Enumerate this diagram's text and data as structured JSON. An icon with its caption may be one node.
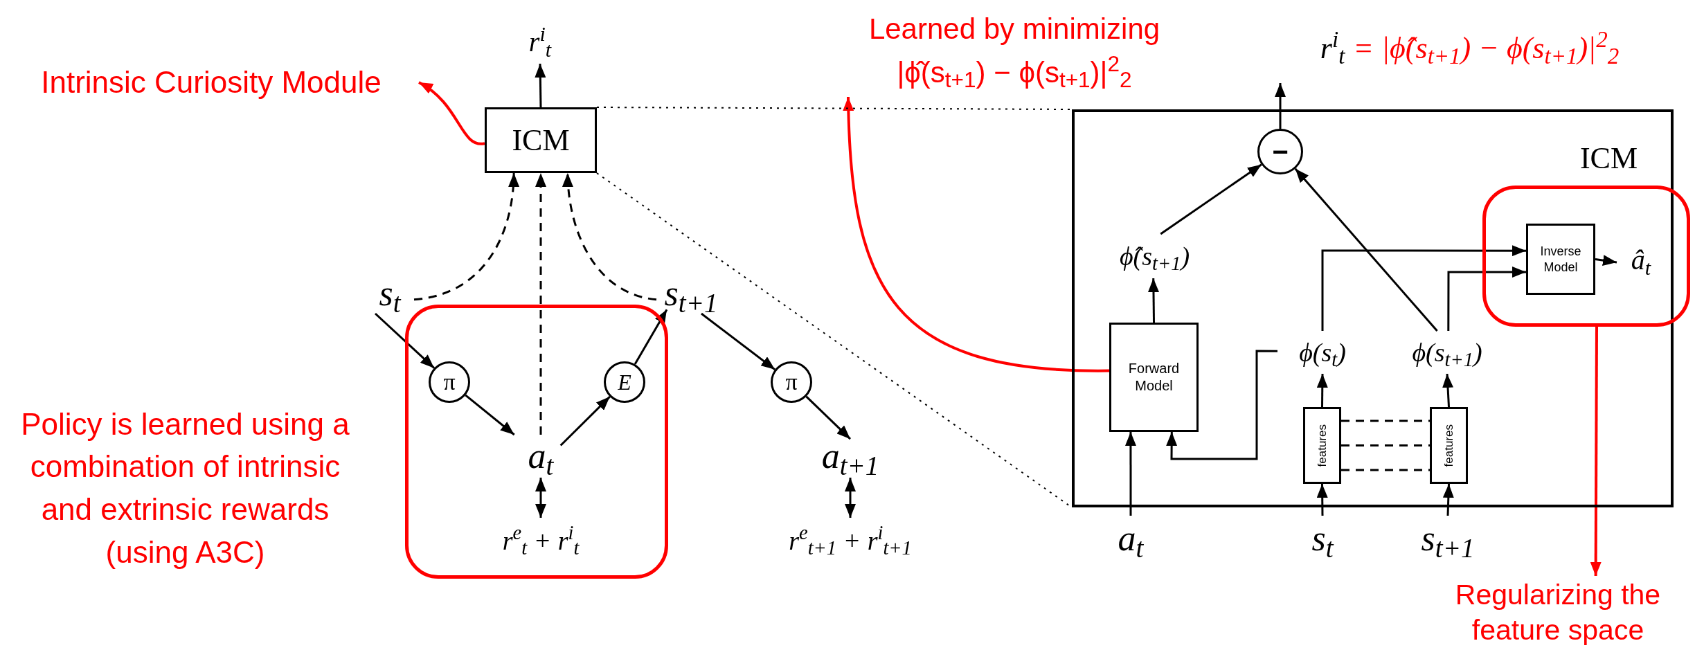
{
  "diagram": {
    "nodes": [
      {
        "text": [
          "Intrinsic Curiosity Module"
        ]
      },
      {
        "text": [
          "ICM"
        ]
      },
      {
        "text": [
          "r$^{i}$$_{t}$"
        ]
      },
      {
        "text": [
          "s$_{t}$"
        ]
      },
      {
        "text": [
          "s$_{t+1}$"
        ]
      },
      {
        "text": [],
        "shape": "box"
      },
      {
        "text": [
          "π"
        ],
        "in": 5
      },
      {
        "text": [
          "E"
        ],
        "in": 5
      },
      {
        "text": [
          "a$_{t}$"
        ],
        "in": 5
      },
      {
        "text": [
          "r$^{e}$$_{t}$ + r$^{i}$$_{t}$"
        ],
        "in": 5
      },
      {
        "text": [
          "π"
        ]
      },
      {
        "text": [
          "a$_{t+1}$"
        ]
      },
      {
        "text": [
          "r$^{e}$$_{t+1}$ + r$^{i}$$_{t+1}$"
        ]
      },
      {
        "text": [
          "Policy is learned using a combination of intrinsic and extrinsic rewards (using A3C)"
        ]
      },
      {
        "text": [
          "Learned by minimizing",
          "|ϕ̂(s$_{t+1}$) − ϕ(s$_{t+1}$)|$^{2}$$_{2}$"
        ]
      },
      {
        "text": [
          "r$^{i}$$_{t}$",
          "= |ϕ̂(s$_{t+1}$) − ϕ(s$_{t+1}$)|$^{2}$$_{2}$"
        ]
      },
      {
        "text": [
          "ICM"
        ]
      },
      {
        "text": [
          "−"
        ],
        "in": 16
      },
      {
        "text": [
          "ϕ̂(s$_{t+1}$)"
        ],
        "in": 16
      },
      {
        "text": [],
        "shape": "box"
      },
      {
        "text": [
          "Inverse Model"
        ],
        "in": 19
      },
      {
        "text": [
          "â$_{t}$"
        ],
        "in": 19
      },
      {
        "text": [
          "Forward Model"
        ],
        "in": 16
      },
      {
        "text": [
          "ϕ(s$_{t}$)"
        ],
        "in": 16
      },
      {
        "text": [
          "ϕ(s$_{t+1}$)"
        ],
        "in": 16
      },
      {
        "text": [
          "features"
        ],
        "in": 16
      },
      {
        "text": [
          "features"
        ],
        "in": 16
      },
      {
        "text": [
          "a$_{t}$"
        ]
      },
      {
        "text": [
          "s$_{t}$"
        ]
      },
      {
        "text": [
          "s$_{t+1}$"
        ]
      },
      {
        "text": [
          "Regularizing the feature space"
        ]
      }
    ],
    "edges": [
      {
        "from": 1,
        "to": 2,
        "arrow": "to"
      },
      {
        "from": 1,
        "to": 0,
        "arrow": "to",
        "color": "#ff0000"
      },
      {
        "from": 3,
        "to": 1,
        "arrow": "to",
        "style": "dashed"
      },
      {
        "from": 8,
        "to": 1,
        "arrow": "to",
        "style": "dashed"
      },
      {
        "from": 4,
        "to": 1,
        "arrow": "to",
        "style": "dashed"
      },
      {
        "from": 3,
        "to": 6,
        "arrow": "to"
      },
      {
        "from": 6,
        "to": 8,
        "arrow": "to"
      },
      {
        "from": 8,
        "to": 7,
        "arrow": "to"
      },
      {
        "from": 7,
        "to": 4,
        "arrow": "to"
      },
      {
        "from": 4,
        "to": 10,
        "arrow": "to"
      },
      {
        "from": 10,
        "to": 11,
        "arrow": "to"
      },
      {
        "from": 8,
        "to": 9,
        "arrow": "both"
      },
      {
        "from": 11,
        "to": 12,
        "arrow": "both"
      },
      {
        "from": 17,
        "to": 15,
        "arrow": "to"
      },
      {
        "from": 18,
        "to": 17,
        "arrow": "to"
      },
      {
        "from": 24,
        "to": 17,
        "arrow": "to"
      },
      {
        "from": 22,
        "to": 18,
        "arrow": "to"
      },
      {
        "from": 23,
        "to": 22,
        "arrow": "to"
      },
      {
        "from": 27,
        "to": 22,
        "arrow": "to"
      },
      {
        "from": 28,
        "to": 25,
        "arrow": "to"
      },
      {
        "from": 29,
        "to": 26,
        "arrow": "to"
      },
      {
        "from": 25,
        "to": 23,
        "arrow": "to"
      },
      {
        "from": 26,
        "to": 24,
        "arrow": "to"
      },
      {
        "from": 23,
        "to": 20,
        "arrow": "to"
      },
      {
        "from": 24,
        "to": 20,
        "arrow": "to"
      },
      {
        "from": 20,
        "to": 21,
        "arrow": "to"
      },
      {
        "from": 25,
        "to": 26,
        "arrow": "none",
        "style": "dashed"
      },
      {
        "from": 25,
        "to": 26,
        "arrow": "none",
        "style": "dashed"
      },
      {
        "from": 25,
        "to": 26,
        "arrow": "none",
        "style": "dashed"
      },
      {
        "from": 22,
        "to": 14,
        "arrow": "to",
        "color": "#ff0000"
      },
      {
        "from": 19,
        "to": 30,
        "arrow": "to",
        "color": "#ff0000"
      },
      {
        "from": 1,
        "to": 16,
        "arrow": "none",
        "style": "dashed"
      },
      {
        "from": 1,
        "to": 16,
        "arrow": "none",
        "style": "dashed"
      }
    ]
  }
}
